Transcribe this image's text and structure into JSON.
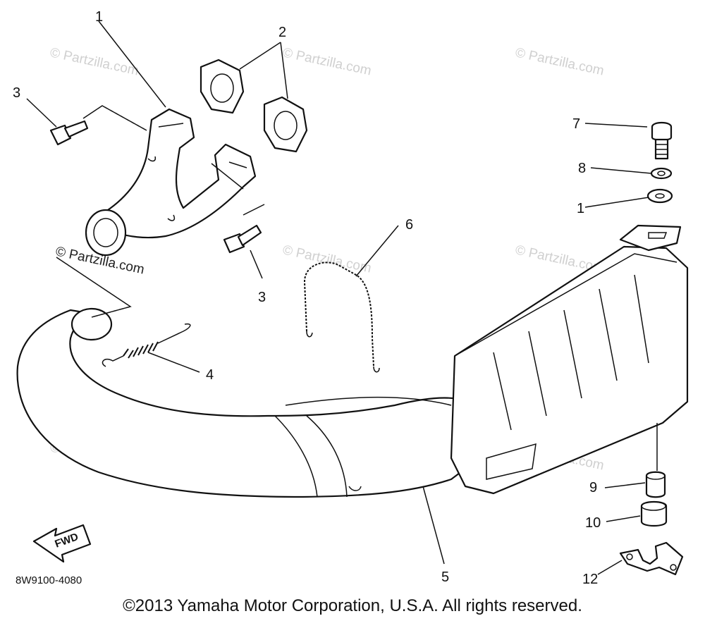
{
  "callouts": {
    "c1": "1",
    "c2": "2",
    "c3a": "3",
    "c3b": "3",
    "c4": "4",
    "c5": "5",
    "c6": "6",
    "c7": "7",
    "c8": "8",
    "c1b": "1",
    "c9": "9",
    "c10": "10",
    "c12": "12"
  },
  "watermark": "© Partzilla.com",
  "fwd_label": "FWD",
  "diagram_number": "8W9100-4080",
  "copyright": "©2013 Yamaha Motor Corporation, U.S.A. All rights reserved."
}
